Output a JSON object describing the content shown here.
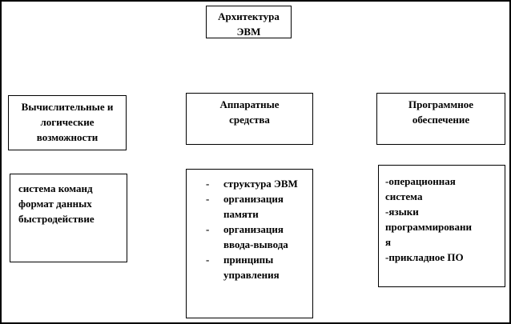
{
  "colors": {
    "border": "#000000",
    "background": "#ffffff",
    "text": "#000000"
  },
  "root_box": {
    "label": "Архитектура\nЭВМ"
  },
  "columns": {
    "left": {
      "header": "Вычислительные и\nлогические\nвозможности",
      "details": "система команд\nформат данных\nбыстродействие"
    },
    "center": {
      "header": "Аппаратные\nсредства",
      "bullet": "-",
      "items": [
        "структура ЭВМ",
        "организация памяти",
        "организация ввода-вывода",
        "принципы управления"
      ]
    },
    "right": {
      "header": "Программное\nобеспечение",
      "details": "-операционная\nсистема\n-языки\nпрограммировани\nя\n-прикладное ПО"
    }
  }
}
